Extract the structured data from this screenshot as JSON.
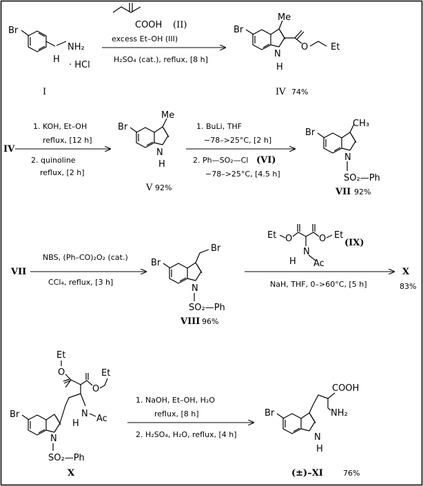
{
  "step1": {
    "reagent_ii_formula": "COOH",
    "reagent_ii_label": "(II)",
    "above_arrow": "excess  Et–OH   (III)",
    "below_arrow": "H₂SO₄ (cat.),  reflux,  [8 h]",
    "start_br": "Br",
    "start_nh2": "NH₂",
    "start_h": "H",
    "hcl": "· HCl",
    "start_label": "I",
    "prod_br": "Br",
    "prod_me": "Me",
    "prod_n": "N",
    "prod_h": "H",
    "prod_oet": "O",
    "prod_et": "Et",
    "prod_label": "IV",
    "prod_yield": "74%"
  },
  "step2": {
    "start_label": "IV",
    "line1": "1. KOH,  Et–OH",
    "line2": "reflux,  [12 h]",
    "line3": "2. quinoline",
    "line4": "reflux,  [2 h]",
    "prod_br": "Br",
    "prod_me": "Me",
    "prod_n": "N",
    "prod_h": "H",
    "prod_label": "V",
    "prod_yield": "92%"
  },
  "step3": {
    "line1": "1. BuLi,  THF",
    "line2": "−78–>25°C,   [2 h]",
    "line3a": "2. Ph—SO₂—Cl",
    "line3b": "(VI)",
    "line4": "−78–>25°C,  [4.5 h]",
    "prod_br": "Br",
    "prod_ch3": "CH₃",
    "prod_n": "N",
    "prod_so2ph": "SO₂—Ph",
    "prod_label": "VII",
    "prod_yield": "92%"
  },
  "step4": {
    "start_label": "VII",
    "above_arrow": "NBS,  (Ph–CO)₂O₂  (cat.)",
    "below_arrow": "CCl₄,  reflux,  [3 h]",
    "prod_br": "Br",
    "prod_br2": "Br",
    "prod_n": "N",
    "prod_so2ph": "SO₂—Ph",
    "prod_label": "VIII",
    "prod_yield": "96%"
  },
  "step5": {
    "reagent_et1": "Et",
    "reagent_o1": "O",
    "reagent_o2": "O",
    "reagent_et2": "Et",
    "reagent_n": "N",
    "reagent_h": "H",
    "reagent_ac": "Ac",
    "reagent_label": "(IX)",
    "below_arrow": "NaH,  THF,  0–>60°C,   [5 h]",
    "prod_label": "X",
    "prod_yield": "83%"
  },
  "step6": {
    "start_et1": "Et",
    "start_o1": "O",
    "start_o2": "O",
    "start_et2": "Et",
    "start_n": "N",
    "start_h": "H",
    "start_ac": "Ac",
    "start_br": "Br",
    "start_indole_n": "N",
    "start_so2ph": "SO₂—Ph",
    "start_label": "X",
    "line1": "1. NaOH,  Et–OH,  H₂O",
    "line2": "reflux,  [8 h]",
    "line3": "2. H₂SO₄,  H₂O,  reflux,  [4 h]",
    "prod_cooh": "COOH",
    "prod_nh2": "NH₂",
    "prod_br": "Br",
    "prod_n": "N",
    "prod_h": "H",
    "prod_label": "(±)–XI",
    "prod_yield": "76%"
  }
}
